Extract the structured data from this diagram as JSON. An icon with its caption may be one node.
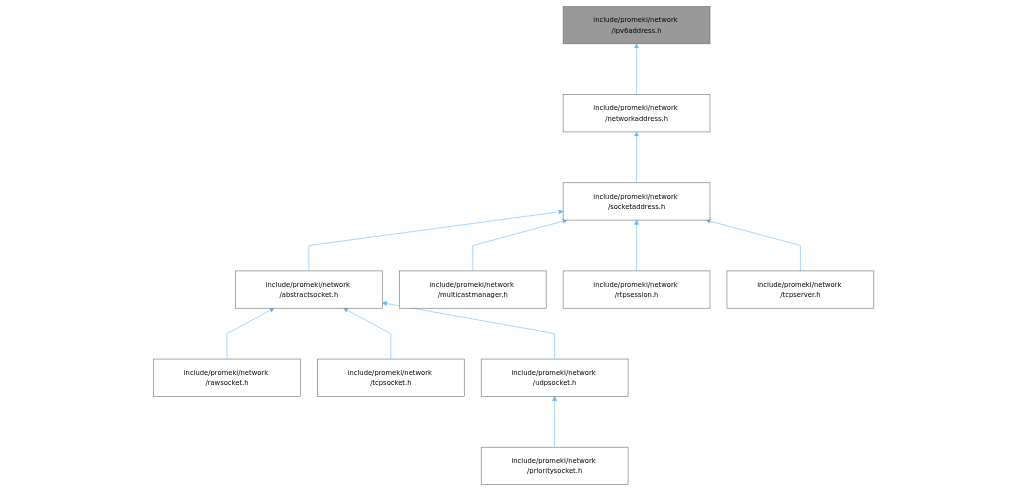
{
  "diagram": {
    "nodes": [
      {
        "text": [
          "include/promeki/network /ipv6address.h"
        ]
      },
      {
        "text": [
          "include/promeki/network /networkaddress.h"
        ]
      },
      {
        "text": [
          "include/promeki/network /socketaddress.h"
        ]
      },
      {
        "text": [
          "include/promeki/network /abstractsocket.h"
        ]
      },
      {
        "text": [
          "include/promeki/network /multicastmanager.h"
        ]
      },
      {
        "text": [
          "include/promeki/network /rtpsession.h"
        ]
      },
      {
        "text": [
          "include/promeki/network /tcpserver.h"
        ]
      },
      {
        "text": [
          "include/promeki/network /rawsocket.h"
        ]
      },
      {
        "text": [
          "include/promeki/network /tcpsocket.h"
        ]
      },
      {
        "text": [
          "include/promeki/network /udpsocket.h"
        ]
      },
      {
        "text": [
          "include/promeki/network /prioritysocket.h"
        ]
      }
    ],
    "edges": [
      {
        "from": 1,
        "to": 0,
        "arrow": "to"
      },
      {
        "from": 2,
        "to": 1,
        "arrow": "to"
      },
      {
        "from": 3,
        "to": 2,
        "arrow": "to"
      },
      {
        "from": 4,
        "to": 2,
        "arrow": "to"
      },
      {
        "from": 5,
        "to": 2,
        "arrow": "to"
      },
      {
        "from": 6,
        "to": 2,
        "arrow": "to"
      },
      {
        "from": 7,
        "to": 3,
        "arrow": "to"
      },
      {
        "from": 8,
        "to": 3,
        "arrow": "to"
      },
      {
        "from": 9,
        "to": 3,
        "arrow": "to"
      },
      {
        "from": 10,
        "to": 9,
        "arrow": "to"
      }
    ]
  }
}
